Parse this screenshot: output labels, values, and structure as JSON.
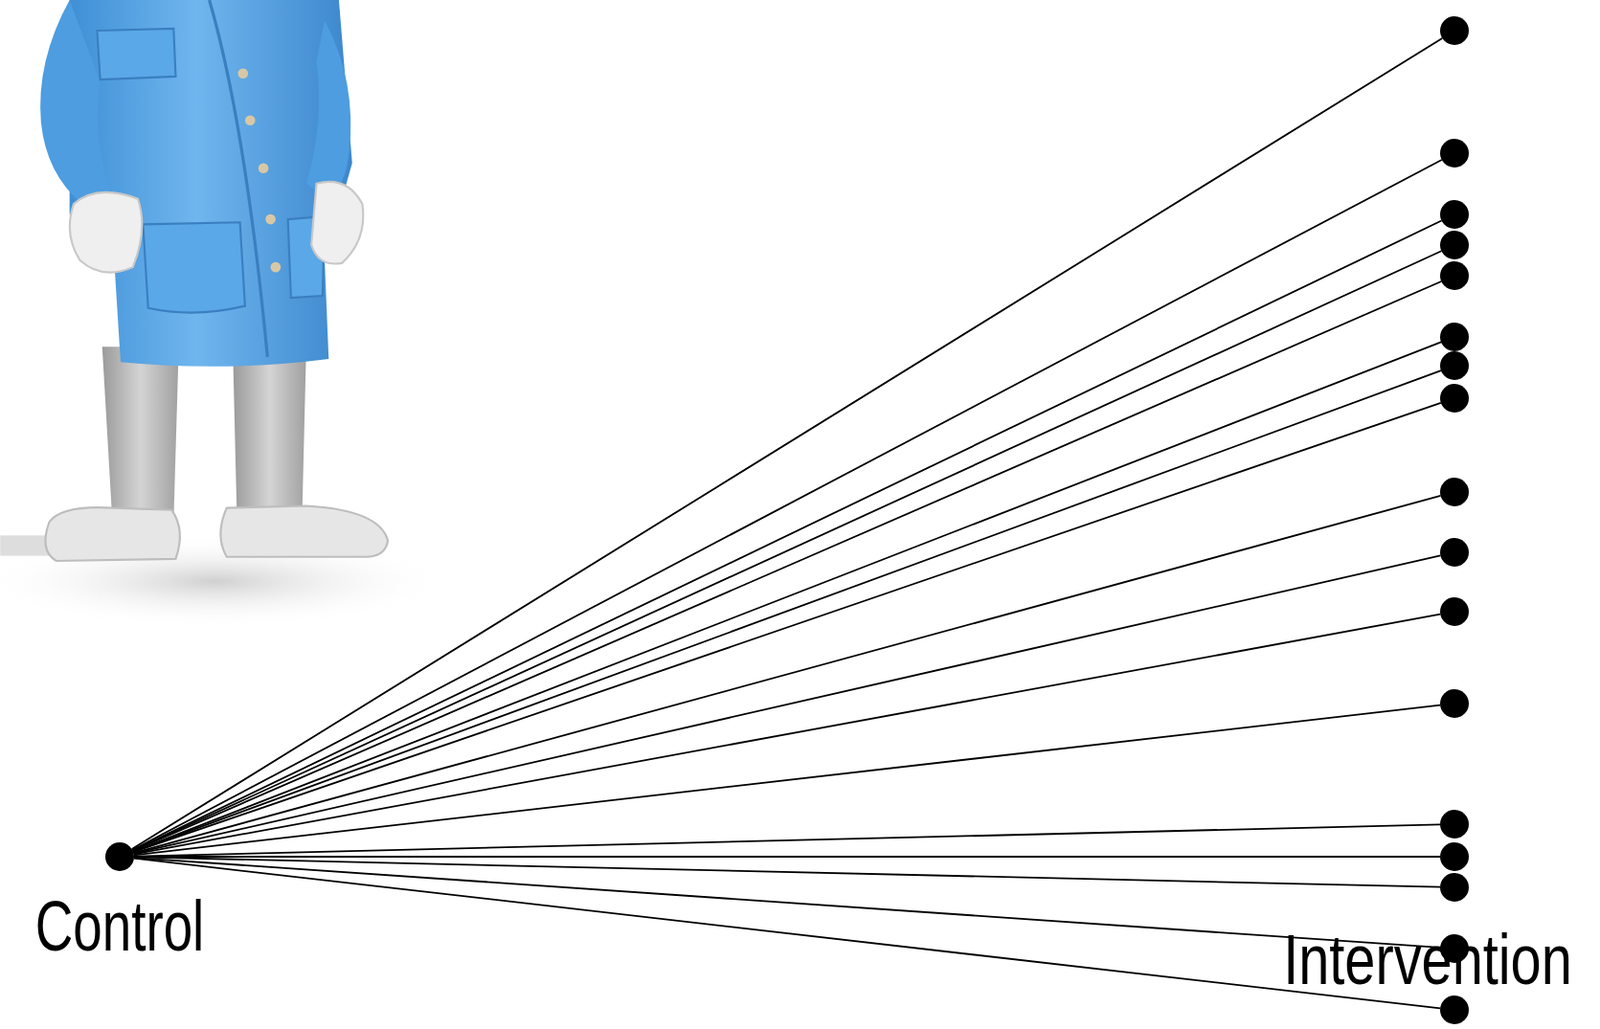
{
  "diagram": {
    "nodes": [
      {
        "text": [
          "Control"
        ]
      },
      {
        "text": []
      },
      {
        "text": []
      },
      {
        "text": []
      },
      {
        "text": []
      },
      {
        "text": []
      },
      {
        "text": []
      },
      {
        "text": []
      },
      {
        "text": []
      },
      {
        "text": []
      },
      {
        "text": []
      },
      {
        "text": []
      },
      {
        "text": []
      },
      {
        "text": []
      },
      {
        "text": []
      },
      {
        "text": []
      },
      {
        "text": []
      },
      {
        "text": []
      }
    ],
    "edges": [
      {
        "from": 0,
        "to": 1,
        "arrow": "none"
      },
      {
        "from": 0,
        "to": 2,
        "arrow": "none"
      },
      {
        "from": 0,
        "to": 3,
        "arrow": "none"
      },
      {
        "from": 0,
        "to": 4,
        "arrow": "none"
      },
      {
        "from": 0,
        "to": 5,
        "arrow": "none"
      },
      {
        "from": 0,
        "to": 6,
        "arrow": "none"
      },
      {
        "from": 0,
        "to": 7,
        "arrow": "none"
      },
      {
        "from": 0,
        "to": 8,
        "arrow": "none"
      },
      {
        "from": 0,
        "to": 9,
        "arrow": "none"
      },
      {
        "from": 0,
        "to": 10,
        "arrow": "none"
      },
      {
        "from": 0,
        "to": 11,
        "arrow": "none"
      },
      {
        "from": 0,
        "to": 12,
        "arrow": "none"
      },
      {
        "from": 0,
        "to": 13,
        "arrow": "none"
      },
      {
        "from": 0,
        "to": 14,
        "arrow": "none"
      },
      {
        "from": 0,
        "to": 15,
        "arrow": "none"
      },
      {
        "from": 0,
        "to": 16,
        "arrow": "none"
      },
      {
        "from": 0,
        "to": 17,
        "arrow": "none"
      }
    ],
    "labels": [
      "Intervention"
    ]
  }
}
